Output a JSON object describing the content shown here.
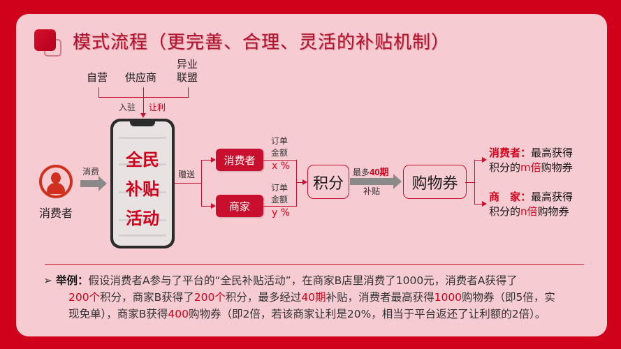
{
  "title": "模式流程（更完善、合理、灵活的补贴机制）",
  "sources": {
    "items": [
      {
        "label": "自营"
      },
      {
        "label": "供应商"
      },
      {
        "label_line1": "异业",
        "label_line2": "联盟"
      }
    ],
    "join_label": "入驻",
    "concession_label": "让利"
  },
  "consumer": {
    "label": "消费者",
    "arrow_label": "消费"
  },
  "phone": {
    "line1": "全民",
    "line2": "补贴",
    "line3": "活动"
  },
  "gift_label": "赠送",
  "recipients": [
    {
      "label": "消费者",
      "note_line1": "订单",
      "note_line2": "金额",
      "rate": "x %"
    },
    {
      "label": "商家",
      "note_line1": "订单",
      "note_line2": "金额",
      "rate": "y %"
    }
  ],
  "points_box": "积分",
  "subsidy_arrow": {
    "prefix": "最多",
    "highlight": "40期",
    "sub": "补贴"
  },
  "voucher_box": "购物券",
  "outcomes": [
    {
      "key": "消费者：",
      "text1": "最高获得",
      "text2a": "积分的",
      "mult": "m倍",
      "text2b": "购物券"
    },
    {
      "key": "商　家：",
      "text1": "最高获得",
      "text2a": "积分的",
      "mult": "n倍",
      "text2b": "购物券"
    }
  ],
  "example": {
    "bullet": "➢",
    "heading": "举例：",
    "line1": "假设消费者A参与了平台的“全民补贴活动”，在商家B店里消费了1000元，消费者A获得了",
    "line2_parts": [
      "200个",
      "积分，商家B获得了",
      "200个",
      "积分，最多经过",
      "40期",
      "补贴，消费者最高获得",
      "1000",
      "购物券（即5倍，实"
    ],
    "line3_parts": [
      "现免单），商家B获得",
      "400",
      "购物券（即2倍，若该商家让利是20%，相当于平台返还了让利额的2倍）。"
    ]
  },
  "colors": {
    "frame": "#d0021b",
    "card": "#f6cbd2",
    "accent": "#c8102e",
    "title": "#b3112c"
  }
}
